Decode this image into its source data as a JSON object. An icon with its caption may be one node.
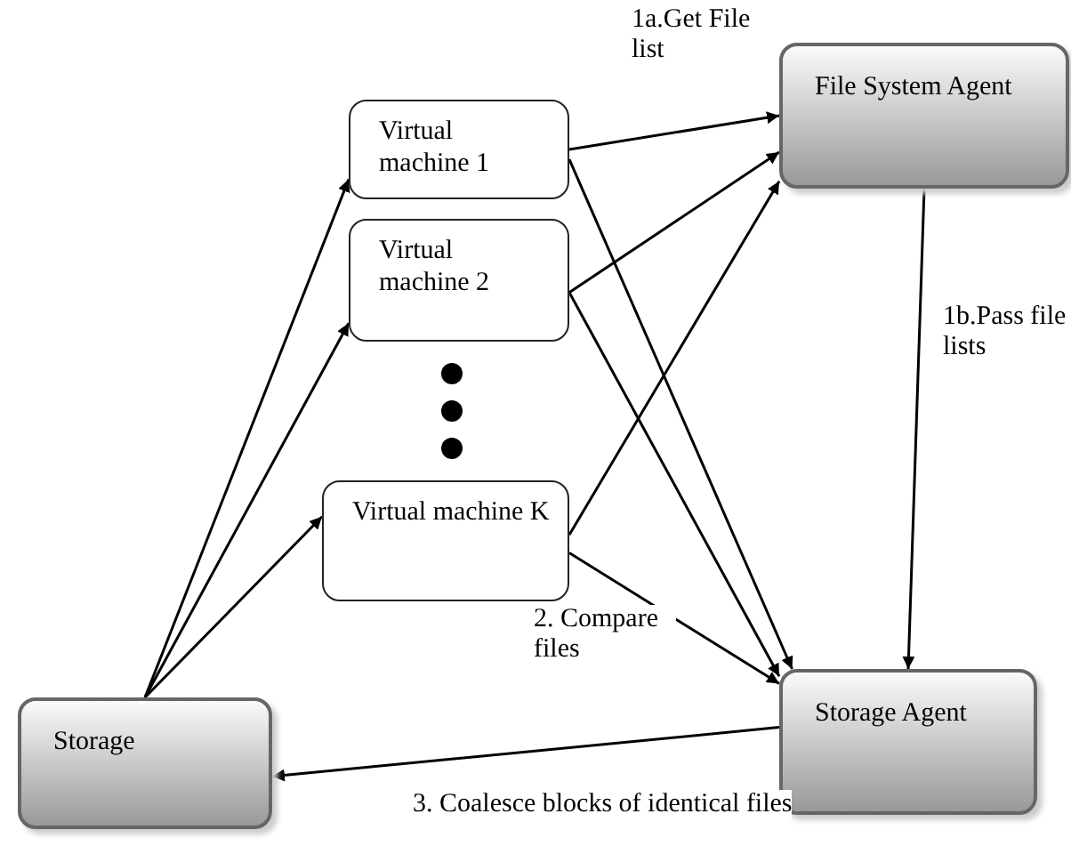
{
  "diagram": {
    "nodes": [
      {
        "text": [
          "Virtual machine 1"
        ]
      },
      {
        "text": [
          "Virtual machine 2"
        ]
      },
      {
        "text": [
          "Virtual machine K"
        ]
      },
      {
        "text": [
          "File System Agent"
        ]
      },
      {
        "text": [
          "Storage"
        ]
      },
      {
        "text": [
          "Storage Agent"
        ]
      }
    ],
    "edges": [
      {
        "from": 4,
        "to": 0,
        "arrow": "to"
      },
      {
        "from": 4,
        "to": 1,
        "arrow": "to"
      },
      {
        "from": 4,
        "to": 2,
        "arrow": "to"
      },
      {
        "from": 0,
        "to": 3,
        "arrow": "to",
        "label": "1a.Get File list"
      },
      {
        "from": 1,
        "to": 3,
        "arrow": "to"
      },
      {
        "from": 2,
        "to": 3,
        "arrow": "to"
      },
      {
        "from": 0,
        "to": 5,
        "arrow": "to"
      },
      {
        "from": 1,
        "to": 5,
        "arrow": "to"
      },
      {
        "from": 2,
        "to": 5,
        "arrow": "to",
        "label": "2. Compare files"
      },
      {
        "from": 3,
        "to": 5,
        "arrow": "to",
        "label": "1b.Pass file lists"
      },
      {
        "from": 5,
        "to": 4,
        "arrow": "to",
        "label": "3. Coalesce blocks of identical files"
      }
    ]
  }
}
